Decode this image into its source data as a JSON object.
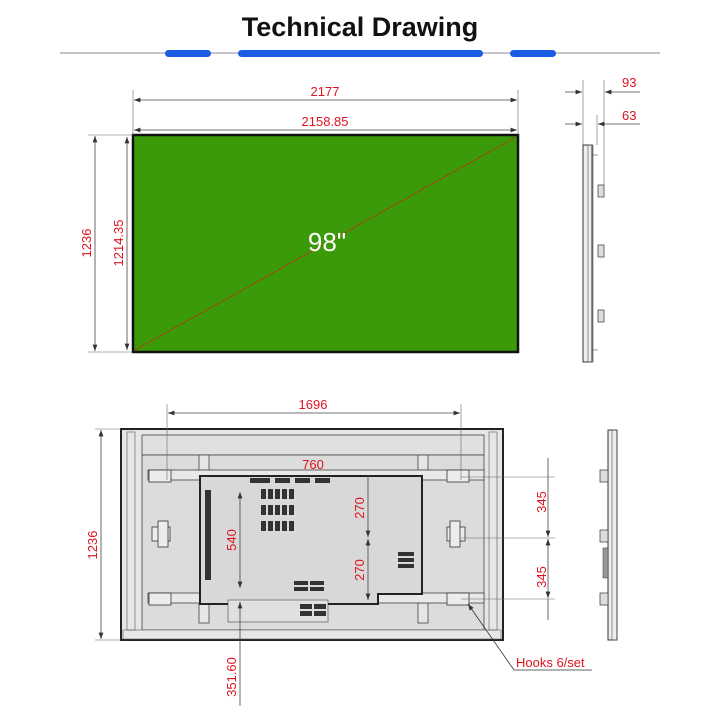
{
  "title": "Technical Drawing",
  "colors": {
    "accent_blue": "#1a5ce6",
    "screen_green": "#3a9a08",
    "dimension_red": "#e0141e"
  },
  "front_view": {
    "screen_size": "98\"",
    "width_outer": "2177",
    "width_active": "2158.85",
    "height_outer": "1236",
    "height_active": "1214.35"
  },
  "side_view": {
    "depth_total": "93",
    "depth_body": "63"
  },
  "back_view": {
    "hook_spacing_horizontal": "1696",
    "vesa_width": "760",
    "vesa_height": "540",
    "vesa_upper": "270",
    "vesa_lower": "270",
    "height": "1236",
    "bottom_offset": "351.60",
    "hook_spacing_upper": "345",
    "hook_spacing_lower": "345",
    "hooks_label": "Hooks 6/set"
  }
}
